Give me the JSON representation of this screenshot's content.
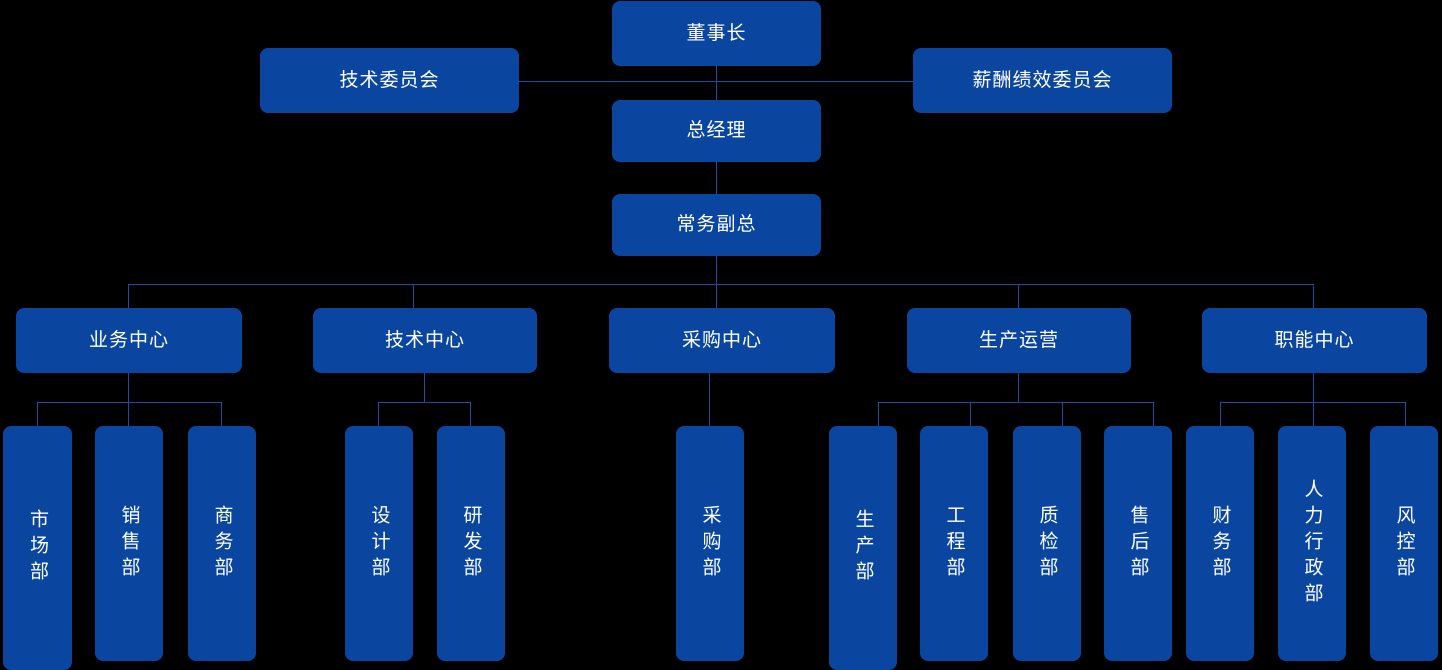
{
  "chart_title": "",
  "theme": {
    "background": "#000000",
    "node_fill": "#0a46a0",
    "node_text": "#ffffff",
    "connector": "#1a4fa0"
  },
  "executive": {
    "chairman": "董事长",
    "general_manager": "总经理",
    "executive_vp": "常务副总"
  },
  "committees": {
    "technical": "技术委员会",
    "compensation": "薪酬绩效委员会"
  },
  "centers": [
    {
      "label": "业务中心",
      "departments": [
        "市场部",
        "销售部",
        "商务部"
      ]
    },
    {
      "label": "技术中心",
      "departments": [
        "设计部",
        "研发部"
      ]
    },
    {
      "label": "采购中心",
      "departments": [
        "采购部"
      ]
    },
    {
      "label": "生产运营",
      "departments": [
        "生产部",
        "工程部",
        "质检部",
        "售后部"
      ]
    },
    {
      "label": "职能中心",
      "departments": [
        "财务部",
        "人力行政部",
        "风控部"
      ]
    }
  ],
  "departments_flat": [
    "市场部",
    "销售部",
    "商务部",
    "设计部",
    "研发部",
    "采购部",
    "生产部",
    "工程部",
    "质检部",
    "售后部",
    "财务部",
    "人力行政部",
    "风控部"
  ]
}
